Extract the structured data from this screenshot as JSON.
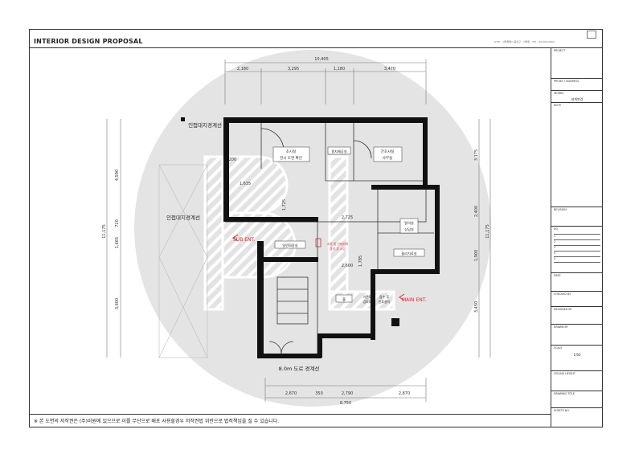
{
  "header": {
    "title": "INTERIOR DESIGN PROPOSAL",
    "firm_info": "DTW · 서울특별시 용산구 · 이태원 · TEL · 02-000-0000"
  },
  "title_block": {
    "project": "PROJECT",
    "project_address": "PROJECT ADDRESS",
    "works_label": "WORKS",
    "works_value": "설계변경",
    "note": "NOTE",
    "revision": "REVISION",
    "no_label": "NO.",
    "revision_numbers": [
      "1",
      "2",
      "3",
      "4",
      "5"
    ],
    "date": "DATE",
    "checked_by": "CHECKED BY",
    "designed_by": "DESIGNED BY",
    "drawn_by": "DRAWN BY",
    "scale_label": "SCALE",
    "scale_value": "1/60",
    "ceiling_height": "CEILING HEIGHT",
    "drawing_title": "DRAWING TITLE",
    "sheets_no": "SHEETS NO."
  },
  "dimensions": {
    "top_total": "10,405",
    "top_segments": [
      "2,180",
      "3,295",
      "1,180",
      "3,470"
    ],
    "left_upper": "4,590",
    "left_mid": "720",
    "left_total": "11,175",
    "left_b": "1,665",
    "left_lower": "3,600",
    "right_upper": "3,175",
    "right_total": "11,175",
    "right_mid1": "2,400",
    "right_mid2": "1,900",
    "right_lower": "3,450",
    "bottom_segments": [
      "2,670",
      "350",
      "2,790",
      "2,870"
    ],
    "bottom_total": "8,750",
    "inner": [
      "1,200",
      "1,635",
      "1,725",
      "2,725",
      "2,600",
      "1,785"
    ]
  },
  "labels": {
    "boundary_top": "인접대지경계선",
    "boundary_left": "인접대지경계선",
    "road_boundary": "8.0m 도로 경계선",
    "sub_entrance": "SUB ENT.",
    "main_entrance": "MAIN ENT."
  },
  "rooms": {
    "room_a_name": "초시실",
    "room_a_note": "전시 도면 확인",
    "room_b": "원지제공실",
    "room_c_name": "간호사실",
    "room_c_sub": "사무실",
    "room_d": "탈의실",
    "room_e": "상담실",
    "room_f": "물리치료실",
    "room_g": "일반화장실",
    "room_h": "홀",
    "note_red_1": "소방 및 인테리어",
    "note_red_2": "협의 후 시공",
    "desk_note_1": "기존도",
    "desk_note_2": "검토도",
    "desk_note_3": "접수 후",
    "desk_note_4": "진료설치"
  },
  "footer": {
    "copyright": "※ 본 도면의 저작권은 (주)비원에 있으므로 이를 무단으로 배포 사용할경우 저작권법 위반으로 법적책임을 질 수 있습니다."
  },
  "colors": {
    "watermark": "#e4e4e4",
    "walls": "#111111",
    "red_note": "#d32a2a",
    "line": "#333333"
  }
}
